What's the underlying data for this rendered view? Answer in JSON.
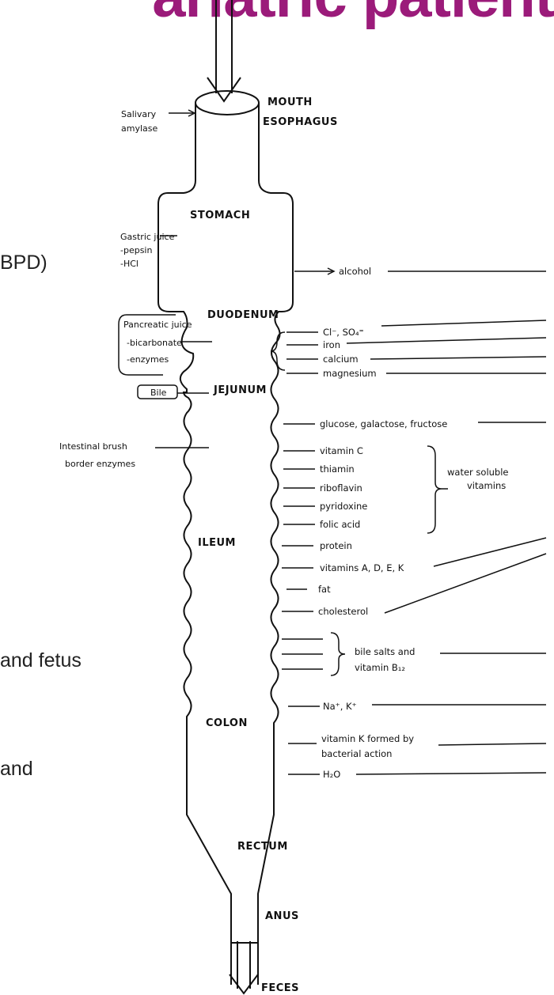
{
  "slide": {
    "title": "ariatric patient",
    "fragments": [
      "BPD)",
      "and fetus",
      "and"
    ]
  },
  "diagram": {
    "organs": {
      "mouth": "MOUTH",
      "esophagus": "ESOPHAGUS",
      "stomach": "STOMACH",
      "duodenum": "DUODENUM",
      "jejunum": "JEJUNUM",
      "ileum": "ILEUM",
      "colon": "COLON",
      "rectum": "RECTUM",
      "anus": "ANUS",
      "feces": "FECES"
    },
    "inputs": {
      "salivary": [
        "Salivary",
        "amylase"
      ],
      "gastric": [
        "Gastric juice",
        "-pepsin",
        "-HCl"
      ],
      "pancreatic": [
        "Pancreatic juice",
        "-bicarbonate",
        "-enzymes"
      ],
      "bile": "Bile",
      "brush": [
        "Intestinal brush",
        "border enzymes"
      ]
    },
    "absorbed": {
      "alcohol": "alcohol",
      "chloride_sulfate": "Cl⁻, SO₄⁼",
      "iron": "iron",
      "calcium": "calcium",
      "magnesium": "magnesium",
      "sugars": "glucose, galactose, fructose",
      "vitamin_c": "vitamin C",
      "thiamin": "thiamin",
      "riboflavin": "riboflavin",
      "pyridoxine": "pyridoxine",
      "folic_acid": "folic acid",
      "water_soluble": [
        "water soluble",
        "vitamins"
      ],
      "protein": "protein",
      "fat_soluble": "vitamins A, D, E, K",
      "fat": "fat",
      "cholesterol": "cholesterol",
      "bile_salts": [
        "bile salts and",
        "vitamin B₁₂"
      ],
      "na_k": "Na⁺, K⁺",
      "vitamin_k": [
        "vitamin K formed by",
        "bacterial action"
      ],
      "water": "H₂O"
    }
  }
}
